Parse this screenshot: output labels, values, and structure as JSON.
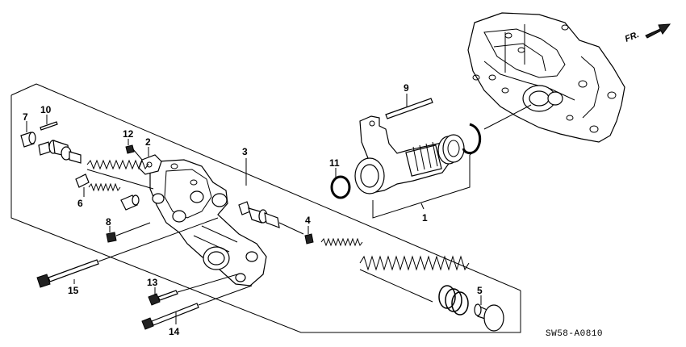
{
  "diagram": {
    "callouts": [
      "1",
      "2",
      "3",
      "4",
      "5",
      "6",
      "7",
      "8",
      "9",
      "10",
      "11",
      "12",
      "13",
      "14",
      "15"
    ],
    "direction_label": "FR.",
    "drawing_code": "SW58-A0810"
  },
  "icons": {
    "direction_arrow": "front-direction-arrow-icon"
  }
}
